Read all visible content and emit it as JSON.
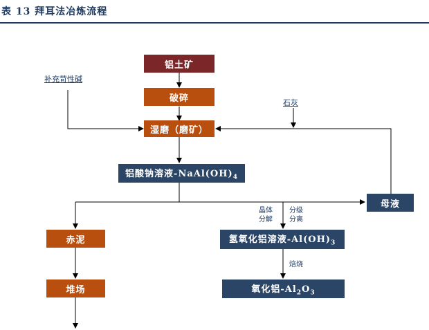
{
  "header": {
    "title": "表 13  拜耳法冶炼流程"
  },
  "nodes": {
    "bauxite": "铝土矿",
    "crushing": "破碎",
    "wet_grinding": "湿磨（磨矿）",
    "sodium_aluminate": "铝酸钠溶液-NaAl(OH)",
    "sodium_aluminate_sub": "4",
    "mother_liquor": "母液",
    "red_mud": "赤泥",
    "stockpile": "堆场",
    "aluminum_hydroxide": "氢氧化铝溶液-Al(OH)",
    "aluminum_hydroxide_sub": "3",
    "alumina": "氧化铝-Al",
    "alumina_sub1": "2",
    "alumina_mid": "O",
    "alumina_sub2": "3"
  },
  "inputs": {
    "caustic_soda": "补充苛性碱",
    "lime": "石灰"
  },
  "process_labels": {
    "crystallization_1": "晶体",
    "crystallization_2": "分解",
    "classification_1": "分级",
    "classification_2": "分离",
    "calcination": "焙烧"
  },
  "colors": {
    "maroon": "#7b2628",
    "orange": "#b94f0e",
    "navy": "#2b4566",
    "header": "#1f3a60"
  }
}
